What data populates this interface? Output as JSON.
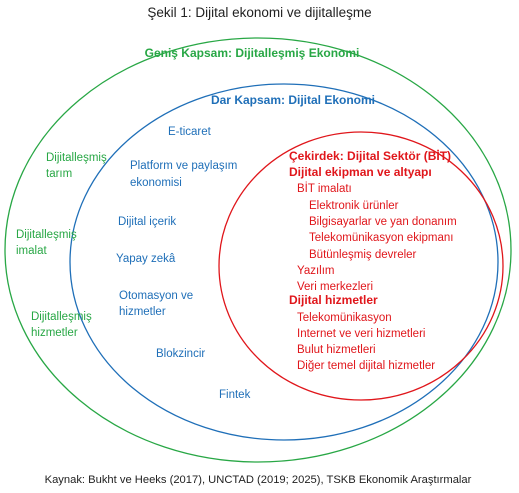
{
  "title": "Şekil 1: Dijital ekonomi ve dijitalleşme",
  "source": "Kaynak: Bukht ve Heeks (2017), UNCTAD (2019; 2025), TSKB Ekonomik Araştırmalar",
  "colors": {
    "green": "#28a745",
    "blue": "#1f6fb8",
    "red": "#e0161b"
  },
  "outer": {
    "heading": "Geniş Kapsam: Dijitalleşmiş Ekonomi",
    "items": [
      [
        "Dijitalleşmiş",
        "tarım"
      ],
      [
        "Dijitalleşmiş",
        "imalat"
      ],
      [
        "Dijitalleşmiş",
        "hizmetler"
      ]
    ]
  },
  "middle": {
    "heading": "Dar Kapsam: Dijital Ekonomi",
    "items": [
      [
        "E-ticaret"
      ],
      [
        "Platform ve paylaşım",
        "ekonomisi"
      ],
      [
        "Dijital içerik"
      ],
      [
        "Yapay zekâ"
      ],
      [
        "Otomasyon ve",
        "hizmetler"
      ],
      [
        "Blokzincir"
      ],
      [
        "Fintek"
      ]
    ]
  },
  "core": {
    "heading": "Çekirdek: Dijital Sektör (BİT)",
    "group1": {
      "heading": "Dijital ekipman ve altyapı",
      "sub": "BİT imalatı",
      "subitems": [
        "Elektronik ürünler",
        "Bilgisayarlar ve yan donanım",
        "Telekomünikasyon ekipmanı",
        "Bütünleşmiş devreler"
      ],
      "items": [
        "Yazılım",
        "Veri merkezleri"
      ]
    },
    "group2": {
      "heading": "Dijital hizmetler",
      "items": [
        "Telekomünikasyon",
        "Internet ve veri hizmetleri",
        "Bulut hizmetleri",
        "Diğer temel dijital hizmetler"
      ]
    }
  }
}
